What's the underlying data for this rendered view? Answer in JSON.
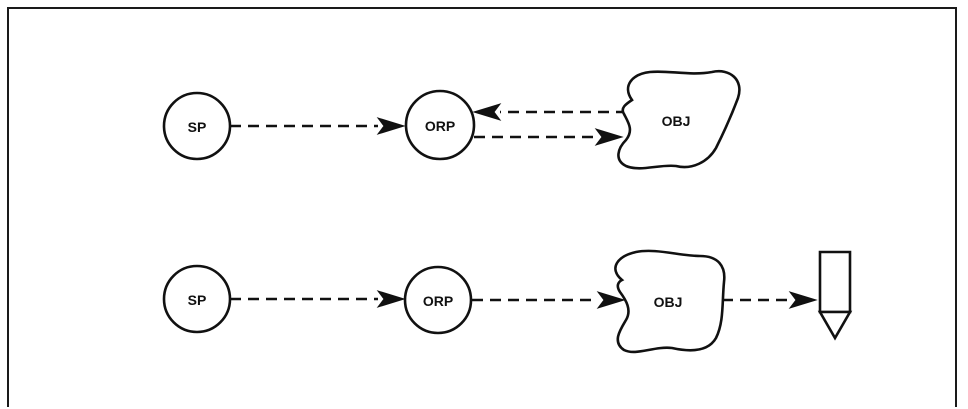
{
  "diagram": {
    "rows": [
      {
        "nodes": [
          {
            "id": "sp",
            "label": "SP",
            "shape": "circle"
          },
          {
            "id": "orp",
            "label": "ORP",
            "shape": "circle"
          },
          {
            "id": "obj",
            "label": "OBJ",
            "shape": "blob"
          }
        ],
        "edges": [
          {
            "from": "sp",
            "to": "orp",
            "style": "dashed"
          },
          {
            "from": "obj",
            "to": "orp",
            "style": "dashed"
          },
          {
            "from": "orp",
            "to": "obj",
            "style": "dashed"
          }
        ]
      },
      {
        "nodes": [
          {
            "id": "sp",
            "label": "SP",
            "shape": "circle"
          },
          {
            "id": "orp",
            "label": "ORP",
            "shape": "circle"
          },
          {
            "id": "obj",
            "label": "OBJ",
            "shape": "blob"
          },
          {
            "id": "detector",
            "label": "",
            "shape": "pen-detector"
          }
        ],
        "edges": [
          {
            "from": "sp",
            "to": "orp",
            "style": "dashed"
          },
          {
            "from": "orp",
            "to": "obj",
            "style": "dashed"
          },
          {
            "from": "obj",
            "to": "detector",
            "style": "dashed"
          }
        ]
      }
    ]
  }
}
